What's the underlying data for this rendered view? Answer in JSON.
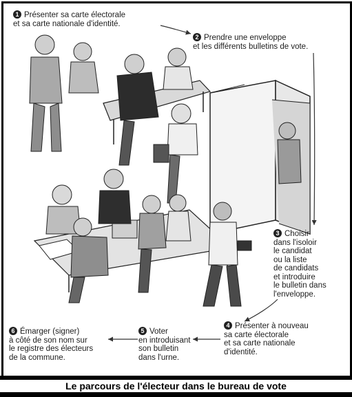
{
  "steps": [
    {
      "number": "1",
      "lines": [
        "Présenter sa carte électorale",
        "et sa carte nationale d'identité."
      ]
    },
    {
      "number": "2",
      "lines": [
        "Prendre une enveloppe",
        "et les différents bulletins de vote."
      ]
    },
    {
      "number": "3",
      "lines": [
        "Choisir",
        "dans l'isoloir",
        "le candidat",
        "ou la liste",
        "de candidats",
        "et introduire",
        "le bulletin dans",
        "l'enveloppe."
      ]
    },
    {
      "number": "4",
      "lines": [
        "Présenter à nouveau",
        "sa carte électorale",
        "et sa carte nationale",
        "d'identité."
      ]
    },
    {
      "number": "5",
      "lines": [
        "Voter",
        "en introduisant",
        "son bulletin",
        "dans l'urne."
      ]
    },
    {
      "number": "6",
      "lines": [
        "Émarger (signer)",
        "à côté de son nom sur",
        "le registre des électeurs",
        "de la commune."
      ]
    }
  ],
  "caption": "Le parcours de l'électeur dans le bureau de vote"
}
